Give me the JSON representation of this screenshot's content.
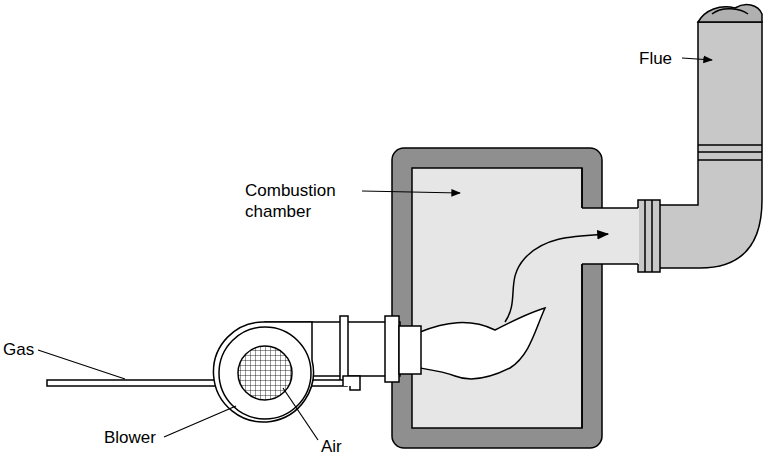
{
  "diagram": {
    "labels": [
      "Flue",
      "Combustion chamber",
      "Gas",
      "Blower",
      "Air"
    ]
  }
}
